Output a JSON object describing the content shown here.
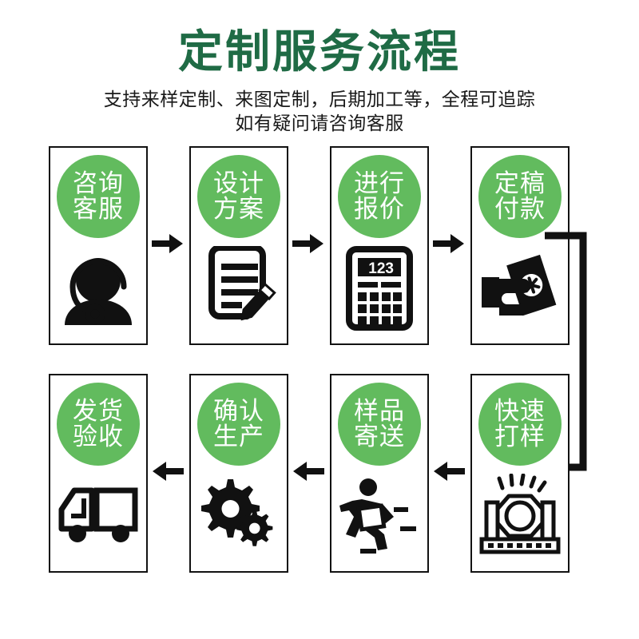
{
  "header": {
    "title": "定制服务流程",
    "subtitle_lines": [
      "支持来样定制、来图定制，后期加工等，全程可追踪",
      "如有疑问请咨询客服"
    ],
    "title_color": "#1f6b45",
    "subtitle_color": "#191919"
  },
  "theme": {
    "badge_green": "#62bb5e",
    "badge_text": "#ffffff",
    "card_border": "#121212",
    "icon_color": "#111111",
    "background": "#ffffff"
  },
  "flow": {
    "steps": [
      {
        "index": 1,
        "label_line1": "咨询",
        "label_line2": "客服",
        "icon": "headset-support-icon"
      },
      {
        "index": 2,
        "label_line1": "设计",
        "label_line2": "方案",
        "icon": "document-pencil-icon"
      },
      {
        "index": 3,
        "label_line1": "进行",
        "label_line2": "报价",
        "icon": "calculator-icon",
        "icon_text": "123"
      },
      {
        "index": 4,
        "label_line1": "定稿",
        "label_line2": "付款",
        "icon": "hand-money-icon"
      },
      {
        "index": 5,
        "label_line1": "快速",
        "label_line2": "打样",
        "icon": "press-machine-icon"
      },
      {
        "index": 6,
        "label_line1": "样品",
        "label_line2": "寄送",
        "icon": "running-courier-icon"
      },
      {
        "index": 7,
        "label_line1": "确认",
        "label_line2": "生产",
        "icon": "gears-icon"
      },
      {
        "index": 8,
        "label_line1": "发货",
        "label_line2": "验收",
        "icon": "delivery-truck-icon"
      }
    ],
    "arrows": [
      {
        "name": "arrow-step1-to-step2",
        "direction": "right"
      },
      {
        "name": "arrow-step2-to-step3",
        "direction": "right"
      },
      {
        "name": "arrow-step3-to-step4",
        "direction": "right"
      },
      {
        "name": "arrow-step5-to-step6",
        "direction": "left"
      },
      {
        "name": "arrow-step6-to-step7",
        "direction": "left"
      },
      {
        "name": "arrow-step7-to-step8",
        "direction": "left"
      }
    ],
    "connector": {
      "name": "connector-step4-to-step5",
      "description": "wrap-around line from step 4 right side down to step 5"
    }
  }
}
